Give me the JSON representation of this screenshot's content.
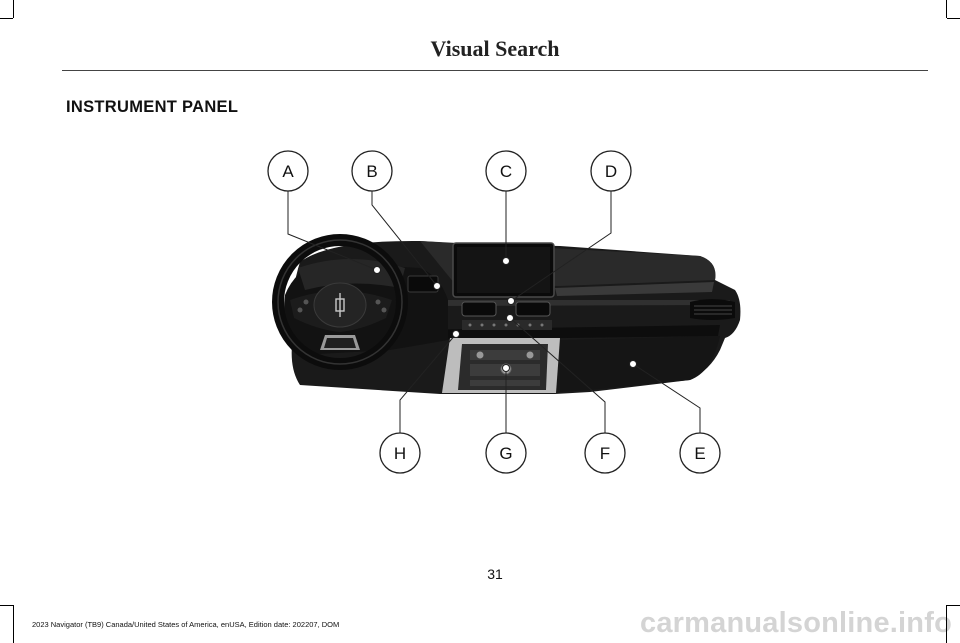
{
  "header": {
    "title": "Visual Search"
  },
  "section": {
    "title": "INSTRUMENT PANEL"
  },
  "callouts": {
    "top": [
      "A",
      "B",
      "C",
      "D"
    ],
    "bottom": [
      "H",
      "G",
      "F",
      "E"
    ]
  },
  "page_number": "31",
  "footer": {
    "text": "2023 Navigator (TB9) Canada/United States of America, enUSA, Edition date: 202207, DOM"
  },
  "watermark": {
    "text": "carmanualsonline.info"
  }
}
